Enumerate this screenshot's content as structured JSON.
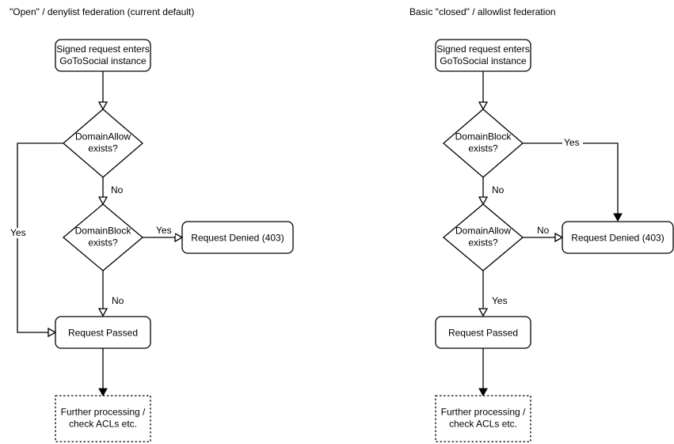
{
  "canvas": {
    "background": "#ffffff",
    "line_color": "#000000",
    "text_color": "#000000"
  },
  "left": {
    "title": "\"Open\" / denylist federation (current default)",
    "nodes": {
      "start1": "Signed request enters",
      "start2": "GoToSocial instance",
      "allow1": "DomainAllow",
      "allow2": "exists?",
      "block1": "DomainBlock",
      "block2": "exists?",
      "denied": "Request Denied (403)",
      "passed": "Request Passed",
      "further1": "Further processing /",
      "further2": "check ACLs etc."
    },
    "labels": {
      "allow_no": "No",
      "allow_yes": "Yes",
      "block_yes": "Yes",
      "block_no": "No"
    }
  },
  "right": {
    "title": "Basic \"closed\" / allowlist federation",
    "nodes": {
      "start1": "Signed request enters",
      "start2": "GoToSocial instance",
      "block1": "DomainBlock",
      "block2": "exists?",
      "allow1": "DomainAllow",
      "allow2": "exists?",
      "denied": "Request Denied (403)",
      "passed": "Request Passed",
      "further1": "Further processing /",
      "further2": "check ACLs etc."
    },
    "labels": {
      "block_yes": "Yes",
      "block_no": "No",
      "allow_no": "No",
      "allow_yes": "Yes"
    }
  }
}
